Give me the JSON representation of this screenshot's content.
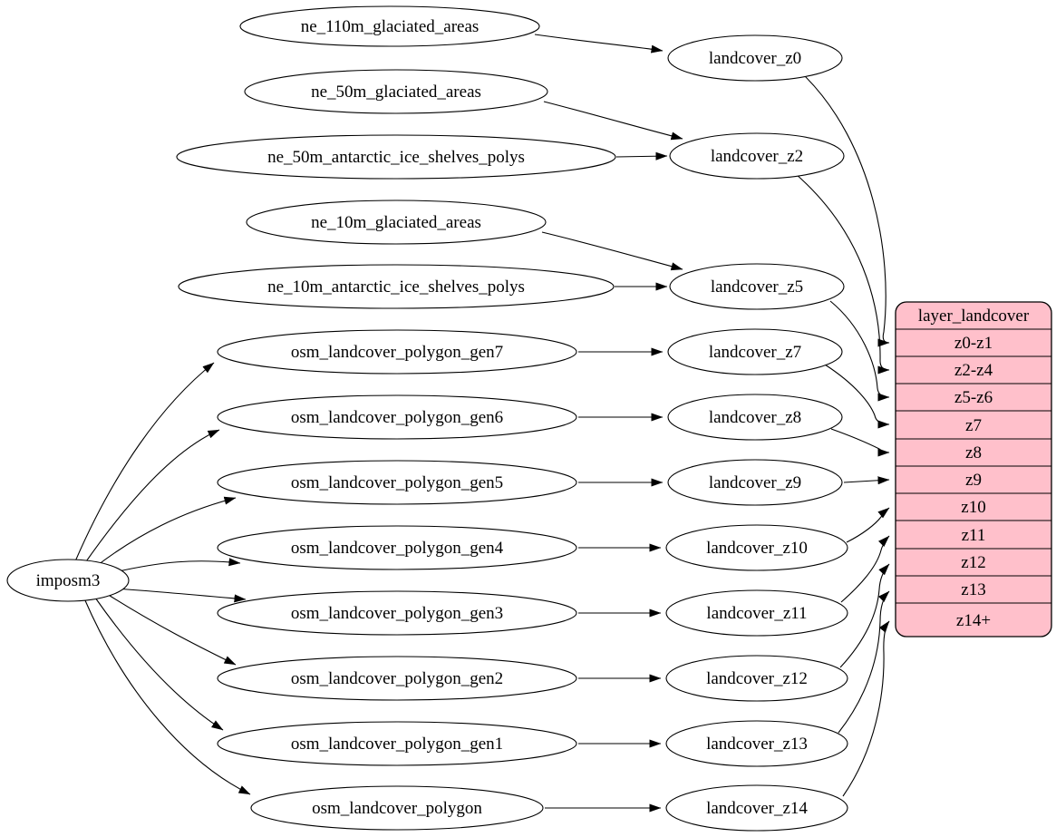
{
  "diagram": {
    "type": "graphviz-dependency-graph",
    "colors": {
      "background": "#ffffff",
      "node_fill": "#ffffff",
      "record_fill": "#ffc0cb",
      "stroke": "#000000"
    },
    "nodes": {
      "importer": {
        "label": "imposm3"
      },
      "sources": [
        {
          "id": "ne_110m_glaciated_areas",
          "label": "ne_110m_glaciated_areas"
        },
        {
          "id": "ne_50m_glaciated_areas",
          "label": "ne_50m_glaciated_areas"
        },
        {
          "id": "ne_50m_antarctic_ice_shelves_polys",
          "label": "ne_50m_antarctic_ice_shelves_polys"
        },
        {
          "id": "ne_10m_glaciated_areas",
          "label": "ne_10m_glaciated_areas"
        },
        {
          "id": "ne_10m_antarctic_ice_shelves_polys",
          "label": "ne_10m_antarctic_ice_shelves_polys"
        },
        {
          "id": "osm_landcover_polygon_gen7",
          "label": "osm_landcover_polygon_gen7"
        },
        {
          "id": "osm_landcover_polygon_gen6",
          "label": "osm_landcover_polygon_gen6"
        },
        {
          "id": "osm_landcover_polygon_gen5",
          "label": "osm_landcover_polygon_gen5"
        },
        {
          "id": "osm_landcover_polygon_gen4",
          "label": "osm_landcover_polygon_gen4"
        },
        {
          "id": "osm_landcover_polygon_gen3",
          "label": "osm_landcover_polygon_gen3"
        },
        {
          "id": "osm_landcover_polygon_gen2",
          "label": "osm_landcover_polygon_gen2"
        },
        {
          "id": "osm_landcover_polygon_gen1",
          "label": "osm_landcover_polygon_gen1"
        },
        {
          "id": "osm_landcover_polygon",
          "label": "osm_landcover_polygon"
        }
      ],
      "intermediates": [
        {
          "id": "landcover_z0",
          "label": "landcover_z0"
        },
        {
          "id": "landcover_z2",
          "label": "landcover_z2"
        },
        {
          "id": "landcover_z5",
          "label": "landcover_z5"
        },
        {
          "id": "landcover_z7",
          "label": "landcover_z7"
        },
        {
          "id": "landcover_z8",
          "label": "landcover_z8"
        },
        {
          "id": "landcover_z9",
          "label": "landcover_z9"
        },
        {
          "id": "landcover_z10",
          "label": "landcover_z10"
        },
        {
          "id": "landcover_z11",
          "label": "landcover_z11"
        },
        {
          "id": "landcover_z12",
          "label": "landcover_z12"
        },
        {
          "id": "landcover_z13",
          "label": "landcover_z13"
        },
        {
          "id": "landcover_z14",
          "label": "landcover_z14"
        }
      ]
    },
    "record": {
      "title": "layer_landcover",
      "rows": [
        "z0-z1",
        "z2-z4",
        "z5-z6",
        "z7",
        "z8",
        "z9",
        "z10",
        "z11",
        "z12",
        "z13",
        "z14+"
      ]
    },
    "edges": [
      [
        "ne_110m_glaciated_areas",
        "landcover_z0"
      ],
      [
        "ne_50m_glaciated_areas",
        "landcover_z2"
      ],
      [
        "ne_50m_antarctic_ice_shelves_polys",
        "landcover_z2"
      ],
      [
        "ne_10m_glaciated_areas",
        "landcover_z5"
      ],
      [
        "ne_10m_antarctic_ice_shelves_polys",
        "landcover_z5"
      ],
      [
        "imposm3",
        "osm_landcover_polygon_gen7"
      ],
      [
        "imposm3",
        "osm_landcover_polygon_gen6"
      ],
      [
        "imposm3",
        "osm_landcover_polygon_gen5"
      ],
      [
        "imposm3",
        "osm_landcover_polygon_gen4"
      ],
      [
        "imposm3",
        "osm_landcover_polygon_gen3"
      ],
      [
        "imposm3",
        "osm_landcover_polygon_gen2"
      ],
      [
        "imposm3",
        "osm_landcover_polygon_gen1"
      ],
      [
        "imposm3",
        "osm_landcover_polygon"
      ],
      [
        "osm_landcover_polygon_gen7",
        "landcover_z7"
      ],
      [
        "osm_landcover_polygon_gen6",
        "landcover_z8"
      ],
      [
        "osm_landcover_polygon_gen5",
        "landcover_z9"
      ],
      [
        "osm_landcover_polygon_gen4",
        "landcover_z10"
      ],
      [
        "osm_landcover_polygon_gen3",
        "landcover_z11"
      ],
      [
        "osm_landcover_polygon_gen2",
        "landcover_z12"
      ],
      [
        "osm_landcover_polygon_gen1",
        "landcover_z13"
      ],
      [
        "osm_landcover_polygon",
        "landcover_z14"
      ],
      [
        "landcover_z0",
        "layer_landcover:z0-z1"
      ],
      [
        "landcover_z2",
        "layer_landcover:z2-z4"
      ],
      [
        "landcover_z5",
        "layer_landcover:z5-z6"
      ],
      [
        "landcover_z7",
        "layer_landcover:z7"
      ],
      [
        "landcover_z8",
        "layer_landcover:z8"
      ],
      [
        "landcover_z9",
        "layer_landcover:z9"
      ],
      [
        "landcover_z10",
        "layer_landcover:z10"
      ],
      [
        "landcover_z11",
        "layer_landcover:z11"
      ],
      [
        "landcover_z12",
        "layer_landcover:z12"
      ],
      [
        "landcover_z13",
        "layer_landcover:z13"
      ],
      [
        "landcover_z14",
        "layer_landcover:z14+"
      ]
    ]
  }
}
